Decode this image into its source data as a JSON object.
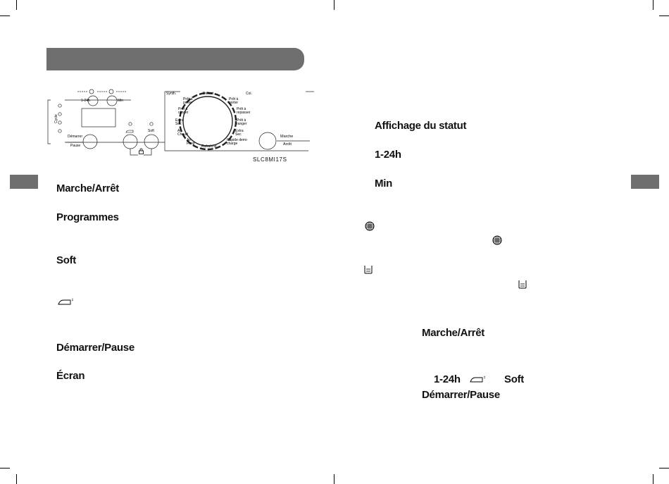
{
  "panel": {
    "model": "SLC8MI17S",
    "cycle_label": "Cycle",
    "left_cluster": {
      "timer_1_24h": "1-24h",
      "timer_min": "Min",
      "start_label": "Démarrer",
      "pause_label": "Pause",
      "soft_label": "Soft"
    },
    "dial": {
      "synth": "Synth.",
      "col": "Col.",
      "delicat": "Délicat",
      "pret_porter_1": "Prêt à porter",
      "pret_ranger_1": "Prêt à ranger",
      "extra_sec_1": "Extra Sec",
      "air_chaud": "Air Chaud",
      "air_froid": "Air Froid",
      "rafraichir": "Rafraîchir",
      "rapide_demi_charge": "Rapide demi-charge",
      "extra_sec_2": "Extra Sec",
      "pret_ranger_2": "Prêt à ranger",
      "pret_repasser": "Prêt à repasser",
      "pret_porter_2": "Prêt à porter"
    },
    "power_top": "Marche",
    "power_bottom": "Arrêt"
  },
  "left_column": {
    "items": [
      "Marche/Arrêt",
      "Programmes",
      "Soft",
      "Démarrer/Pause",
      "Écran"
    ]
  },
  "right_column": {
    "status_display": "Affichage du statut",
    "h1_24": "1-24h",
    "min": "Min",
    "marche_arret": "Marche/Arrêt",
    "combo_1_24h": "1-24h",
    "combo_soft": "Soft",
    "combo_demarrer": "Démarrer/Pause"
  },
  "icons": {
    "iron": "iron-icon",
    "filter": "filter-grid-icon",
    "tank": "water-tank-icon",
    "lock": "child-lock-icon"
  }
}
